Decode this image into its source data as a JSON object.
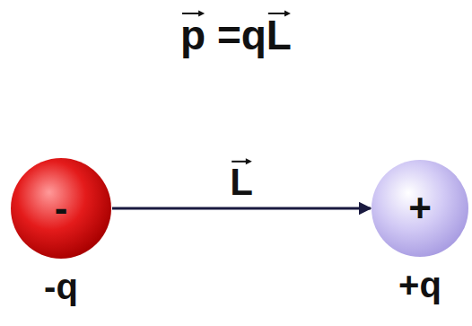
{
  "diagram": {
    "title": "p =qL",
    "nodes": [
      {
        "text": [
          "-",
          "-q"
        ]
      },
      {
        "text": [
          "+",
          "+q"
        ]
      }
    ],
    "edges": [
      {
        "from": 0,
        "to": 1,
        "arrow": "to",
        "label": "L"
      }
    ]
  }
}
